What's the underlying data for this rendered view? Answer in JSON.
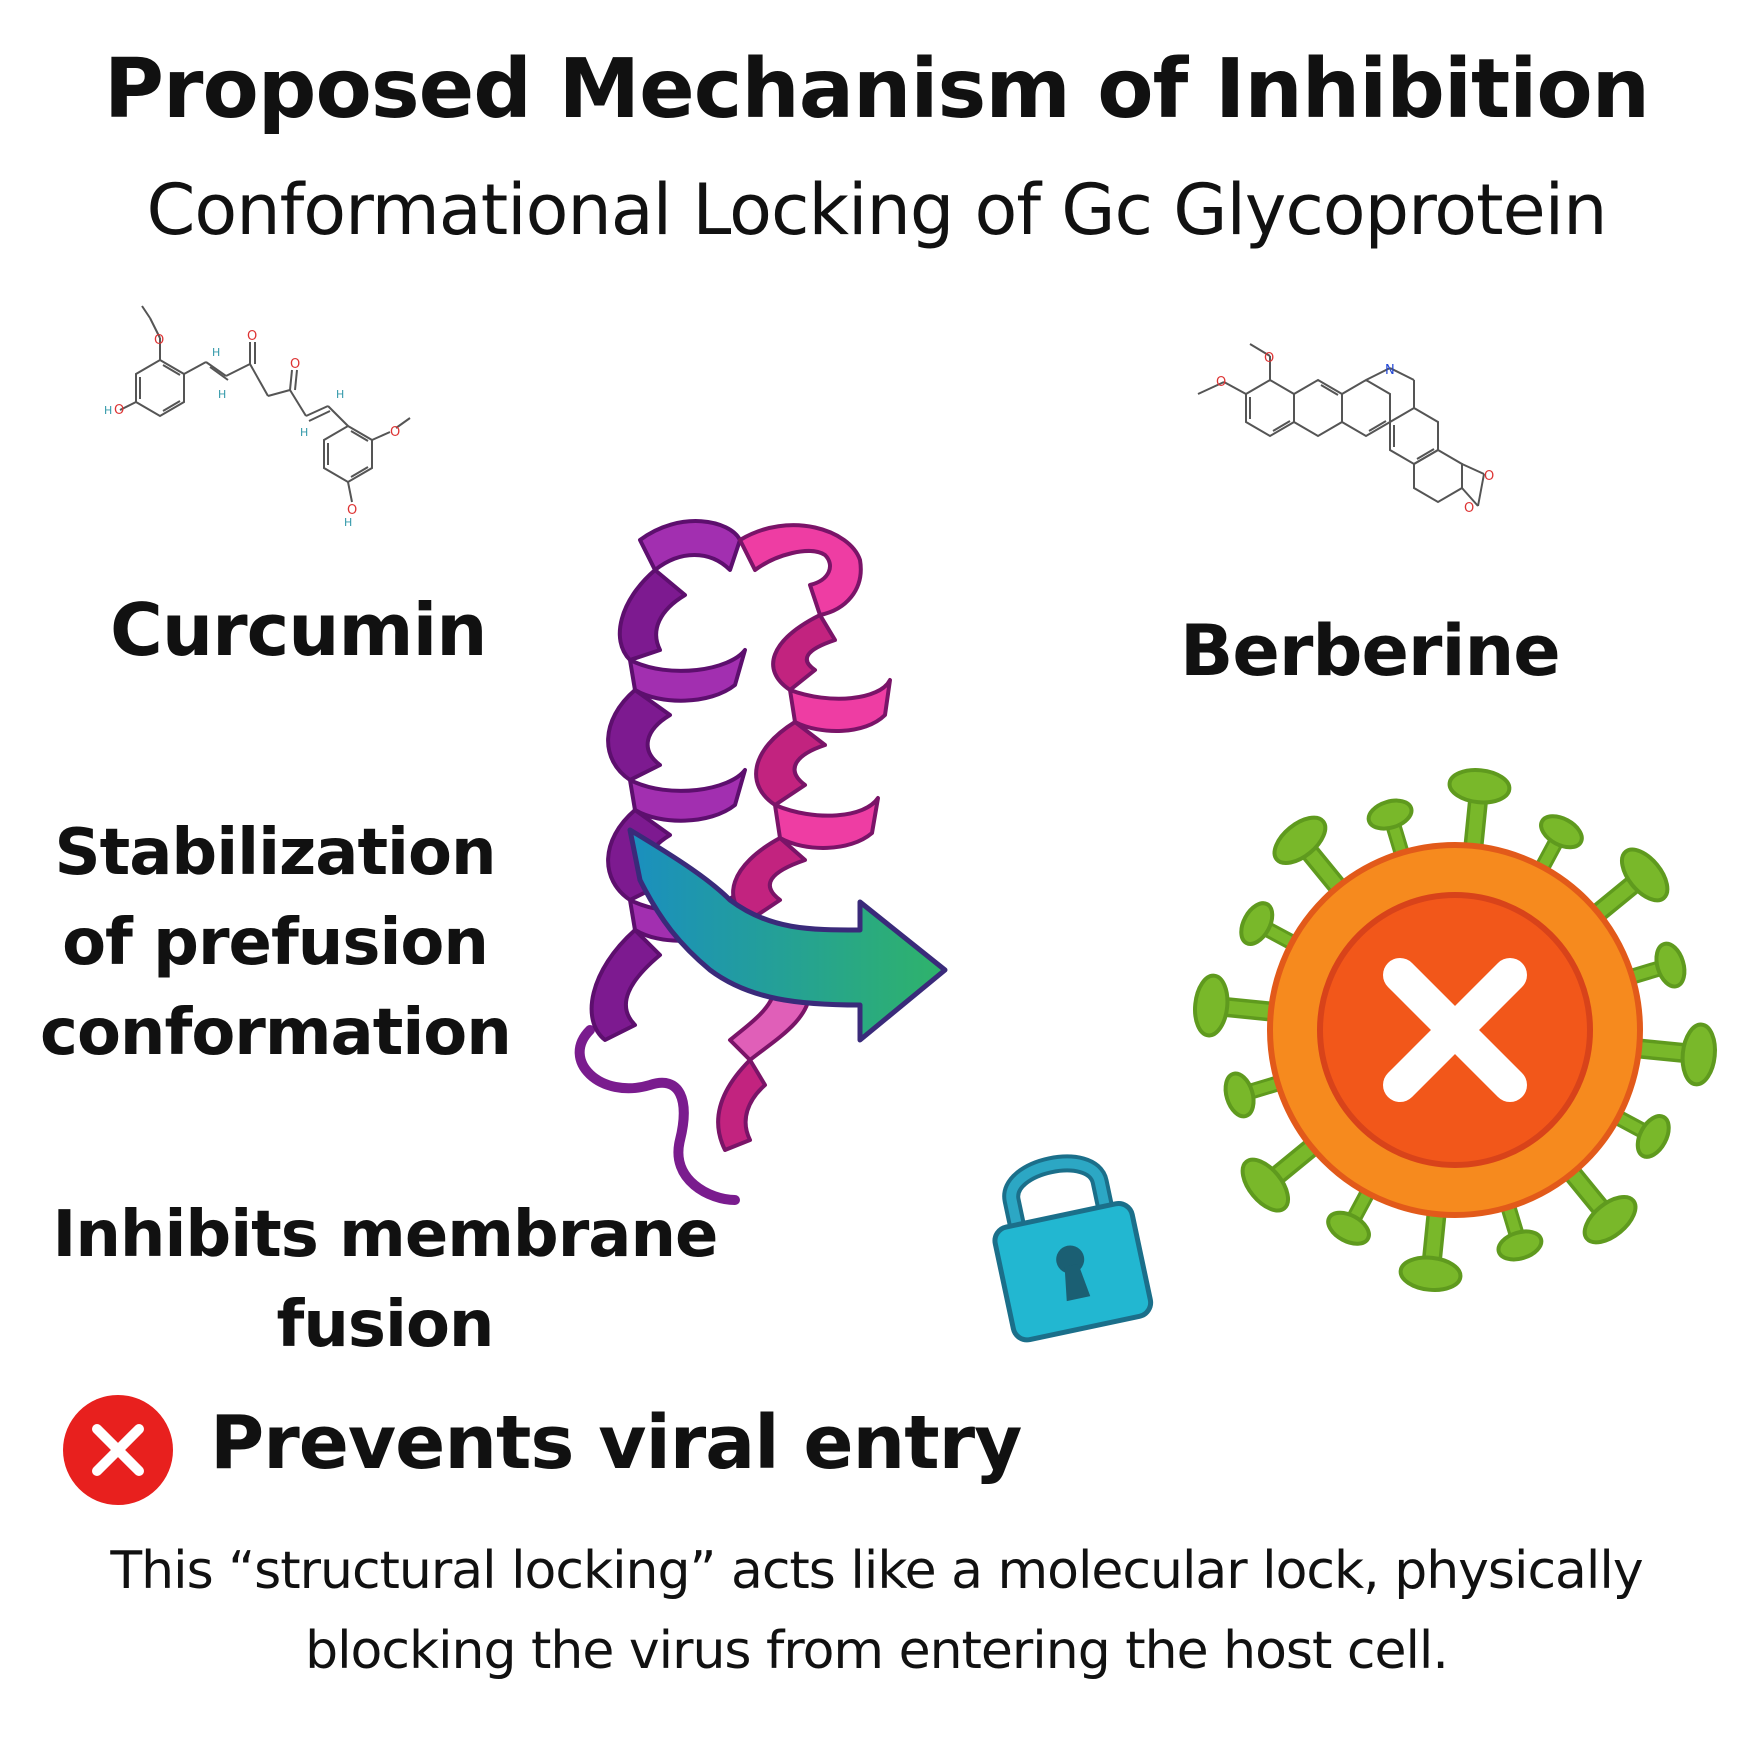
{
  "title": "Proposed Mechanism of Inhibition",
  "subtitle": "Conformational Locking of Gc Glycoprotein",
  "compounds": {
    "curcumin": "Curcumin",
    "berberine": "Berberine"
  },
  "stabilization": [
    "Stabilization",
    "of prefusion",
    "conformation"
  ],
  "inhibits": [
    "Inhibits membrane",
    "fusion"
  ],
  "prevents": "Prevents viral entry",
  "footnote": [
    "This “structural locking” acts like a molecular lock, physically",
    "blocking the virus from entering the host cell."
  ],
  "atoms": {
    "oxygen": "O",
    "hydrogen": "H",
    "nitrogen": "N"
  },
  "colors": {
    "protein_dark": "#8e1f9a",
    "protein_pink": "#e8399f",
    "arrow_teal": "#1aa0b8",
    "arrow_green": "#2fb36a",
    "lock": "#22b7d1",
    "virus_orange": "#f68a1e",
    "virus_core": "#f2571a",
    "spike_green": "#79b82a",
    "x_red": "#e8201e"
  },
  "icons": [
    "padlock-icon",
    "virus-icon",
    "red-x-icon",
    "close-icon"
  ]
}
